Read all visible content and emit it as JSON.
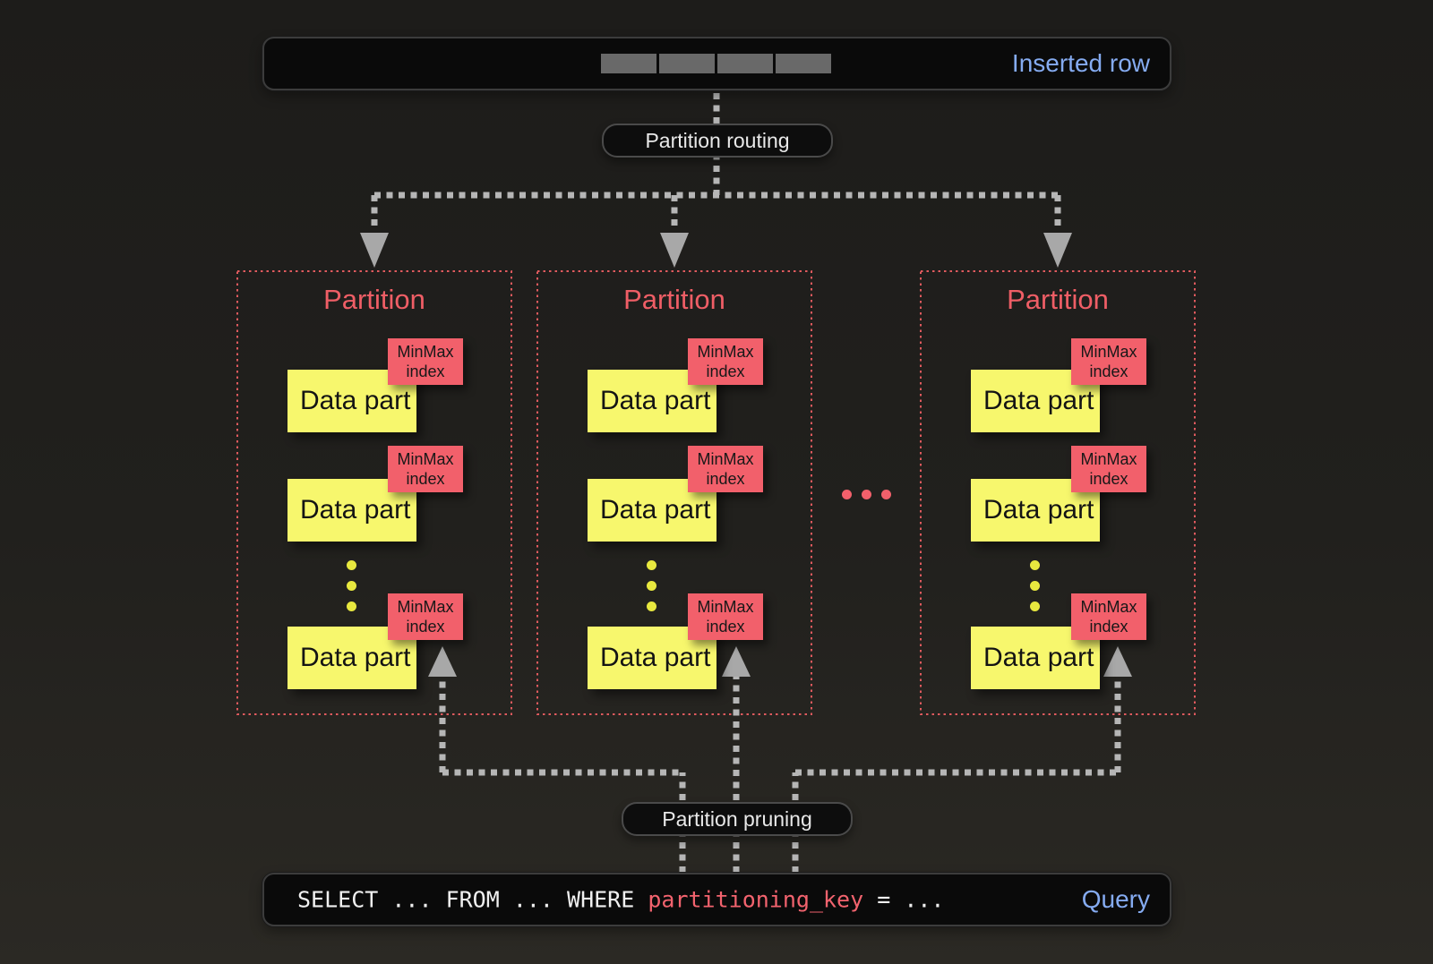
{
  "diagram": {
    "inserted_row_bar": {
      "label": "Inserted row",
      "segment_count": 4
    },
    "routing_pill": {
      "label": "Partition routing"
    },
    "pruning_pill": {
      "label": "Partition pruning"
    },
    "partitions": [
      {
        "title": "Partition",
        "parts": [
          {
            "label": "Data part",
            "index_line1": "MinMax",
            "index_line2": "index"
          },
          {
            "label": "Data part",
            "index_line1": "MinMax",
            "index_line2": "index"
          },
          {
            "label": "Data part",
            "index_line1": "MinMax",
            "index_line2": "index"
          }
        ]
      },
      {
        "title": "Partition",
        "parts": [
          {
            "label": "Data part",
            "index_line1": "MinMax",
            "index_line2": "index"
          },
          {
            "label": "Data part",
            "index_line1": "MinMax",
            "index_line2": "index"
          },
          {
            "label": "Data part",
            "index_line1": "MinMax",
            "index_line2": "index"
          }
        ]
      },
      {
        "title": "Partition",
        "parts": [
          {
            "label": "Data part",
            "index_line1": "MinMax",
            "index_line2": "index"
          },
          {
            "label": "Data part",
            "index_line1": "MinMax",
            "index_line2": "index"
          },
          {
            "label": "Data part",
            "index_line1": "MinMax",
            "index_line2": "index"
          }
        ]
      }
    ],
    "query_bar": {
      "code_prefix": "SELECT ... FROM ... WHERE ",
      "code_key": "partitioning_key",
      "code_suffix": " = ...",
      "label": "Query"
    },
    "colors": {
      "background": "#21201d",
      "bar_background": "#0a0a0a",
      "accent_blue": "#85abf1",
      "partition_title_red": "#ef5e66",
      "partition_border_red": "#e05a5e",
      "minmax_red": "#f2606b",
      "data_part_yellow": "#f7f76d",
      "yellow_dot": "#e8e83f",
      "connector_gray": "#b6b6b6",
      "query_key_red": "#f2636e"
    }
  }
}
